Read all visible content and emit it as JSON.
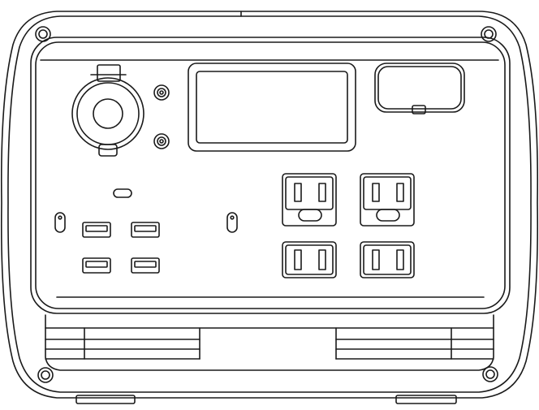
{
  "drawing": {
    "subject": "portable-power-station-front-panel",
    "line_color": "#1a1a1a",
    "background_color": "#ffffff",
    "accent_color": "#ffffff"
  },
  "panel": {
    "ports": {
      "dc_car_socket": 1,
      "dc_5521_ports": 2,
      "usb_c_ports": 1,
      "usb_a_ports": 4,
      "ac_outlets": 4,
      "led_indicators": 2
    },
    "display": {
      "present": true
    },
    "wireless_pad": {
      "present": true
    }
  }
}
